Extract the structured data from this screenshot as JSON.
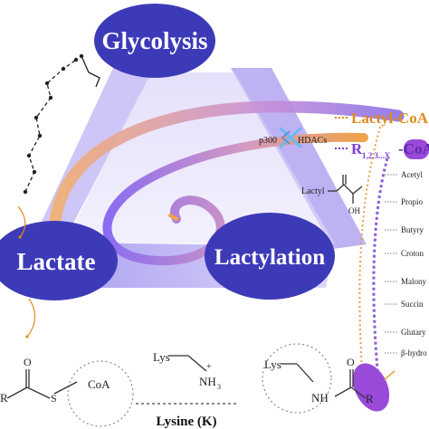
{
  "nodes": {
    "glycolysis": "Glycolysis",
    "lactate": "Lactate",
    "lactylation": "Lactylation"
  },
  "enzymes": {
    "writer": "p300",
    "eraser": "HDACs"
  },
  "lactyl_coa": "Lactyl-CoA",
  "acyl_coa_generic": {
    "r": "R",
    "subscript": "1,2,3...X",
    "coa": "-CoA"
  },
  "lactyl_group_label": "Lactyl",
  "hydroxyl": "OH",
  "acyl_list": [
    "Acetyl",
    "Propio",
    "Butyry",
    "Croton",
    "Malony",
    "Succin",
    "Glutary",
    "β-hydro"
  ],
  "lysine_structure": {
    "lys": "Lys",
    "plus": "+",
    "nh3": "NH",
    "nh3_sub": "3",
    "caption": "Lysine (K)"
  },
  "acyl_coa_structure": {
    "r": "R",
    "o": "O",
    "s": "S",
    "coa": "CoA"
  },
  "acyl_lysine_structure": {
    "lys": "Lys",
    "nh": "NH",
    "o": "O",
    "r": "R"
  },
  "colors": {
    "node_fill": "#3d3ab8",
    "triangle_light": "#e4e0fb",
    "triangle_mid": "#b9b0f2",
    "spiral_start": "#8a6cf0",
    "spiral_end": "#f0a34a",
    "lactyl_coa_orange": "#e08a1e",
    "acyl_purple": "#7a3fd0",
    "highlight_purple": "#9a4ad8",
    "dotted_purple": "#8b5cd8",
    "dotted_orange": "#e8a040"
  }
}
